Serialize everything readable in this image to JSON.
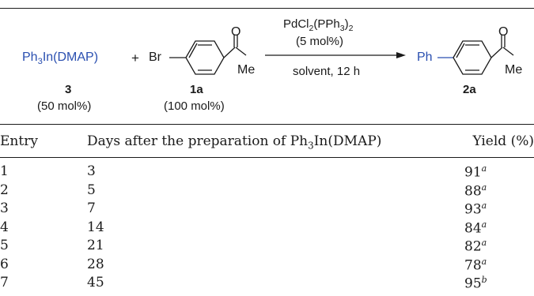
{
  "scheme": {
    "reagent_main": "Ph",
    "reagent_sub": "3",
    "reagent_rest": "In(DMAP)",
    "plus": "+",
    "reagent_label": "3",
    "reagent_amount": "(50 mol%)",
    "substrate_label": "1a",
    "substrate_amount": "(100 mol%)",
    "substrate_br": "Br",
    "substrate_o": "O",
    "substrate_me": "Me",
    "catalyst_a": "PdCl",
    "catalyst_sub1": "2",
    "catalyst_b": "(PPh",
    "catalyst_sub2": "3",
    "catalyst_c": ")",
    "catalyst_sub3": "2",
    "catalyst_loading": "(5 mol%)",
    "conditions": "solvent, 12 h",
    "product_label": "2a",
    "product_ph": "Ph",
    "product_o": "O",
    "product_me": "Me"
  },
  "table": {
    "headers": {
      "entry": "Entry",
      "days_pre": "Days after the preparation of Ph",
      "days_sub": "3",
      "days_post": "In(DMAP)",
      "yield": "Yield (%)"
    },
    "rows": [
      {
        "entry": "1",
        "days": "3",
        "yield": "91",
        "note": "a"
      },
      {
        "entry": "2",
        "days": "5",
        "yield": "88",
        "note": "a"
      },
      {
        "entry": "3",
        "days": "7",
        "yield": "93",
        "note": "a"
      },
      {
        "entry": "4",
        "days": "14",
        "yield": "84",
        "note": "a"
      },
      {
        "entry": "5",
        "days": "21",
        "yield": "82",
        "note": "a"
      },
      {
        "entry": "6",
        "days": "28",
        "yield": "78",
        "note": "a"
      },
      {
        "entry": "7",
        "days": "45",
        "yield": "95",
        "note": "b"
      }
    ]
  }
}
